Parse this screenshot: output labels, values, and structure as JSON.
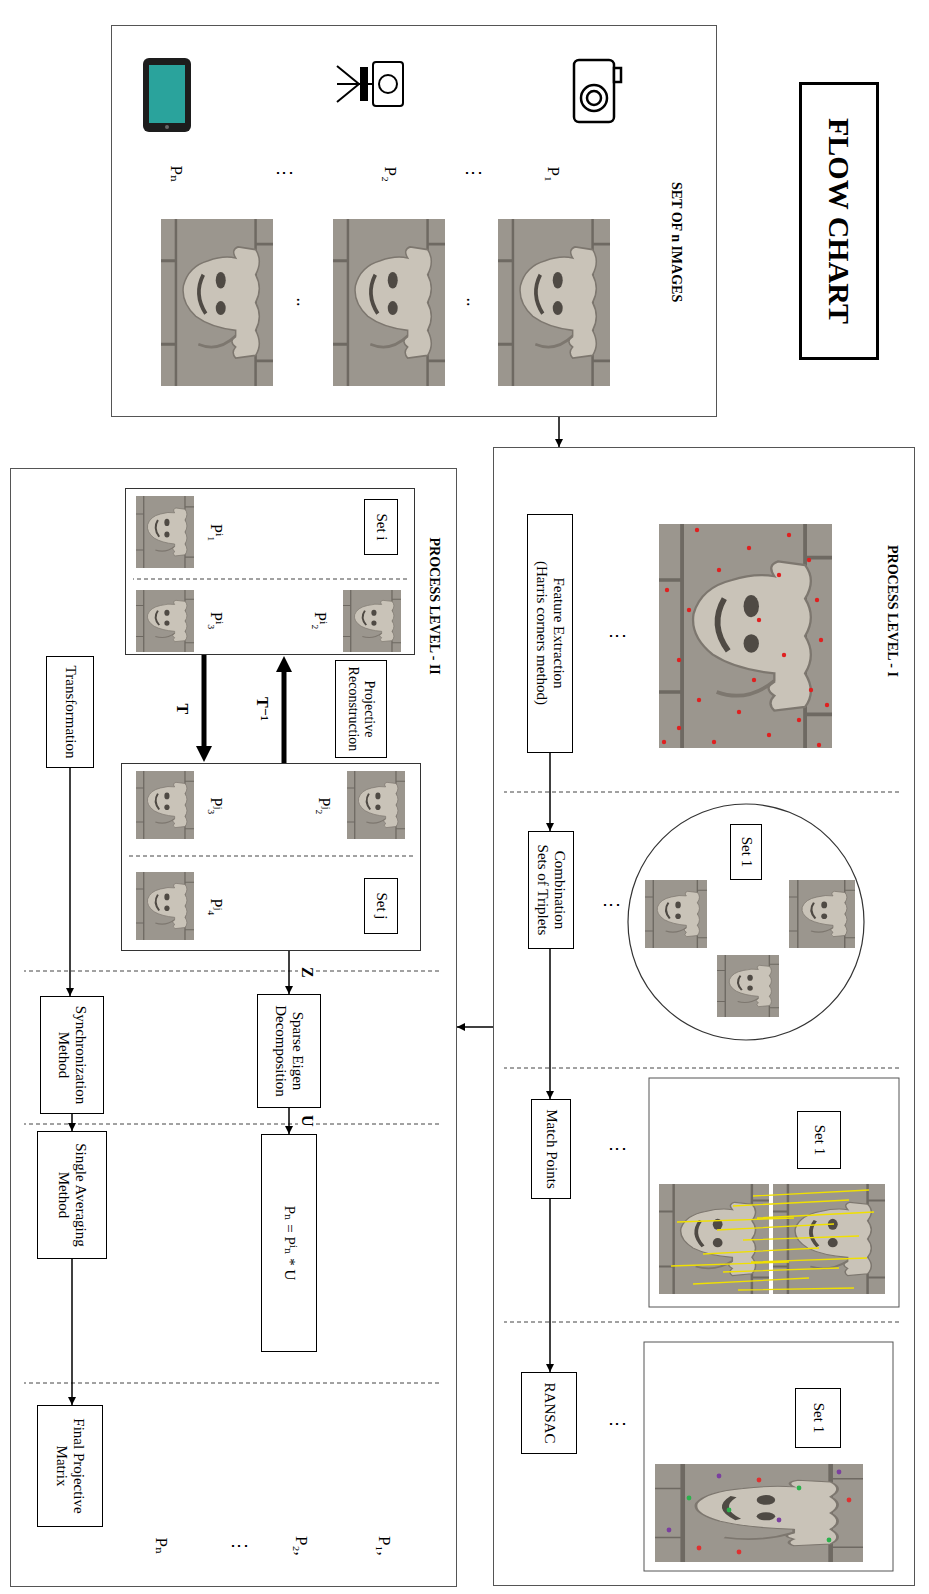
{
  "diagram": {
    "nodes": [
      {
        "text": [
          "FLOW CHART"
        ]
      },
      {
        "text": [
          "SET OF n IMAGES",
          "P₁",
          "P₂",
          "Pₙ"
        ]
      },
      {
        "text": [
          "PROCESS LEVEL - I"
        ]
      },
      {
        "text": [
          "Set 1"
        ],
        "in": 2
      },
      {
        "text": [
          "Set 1"
        ],
        "in": 2
      },
      {
        "text": [
          "Set 1"
        ],
        "in": 2
      },
      {
        "text": [
          "Feature Extraction (Harris corners method)"
        ],
        "in": 2
      },
      {
        "text": [
          "Combination Sets of Triplets"
        ],
        "in": 2
      },
      {
        "text": [
          "Match Points"
        ],
        "in": 2
      },
      {
        "text": [
          "RANSAC"
        ],
        "in": 2
      },
      {
        "text": [
          "PROCESS LEVEL - II"
        ]
      },
      {
        "text": [
          "Pⁱ₁",
          "Pⁱ₂",
          "Pⁱ₃"
        ],
        "in": 10
      },
      {
        "text": [
          "Set i"
        ],
        "in": 11
      },
      {
        "text": [
          "Projective Reconstruction"
        ],
        "in": 10
      },
      {
        "text": [
          "Pʲ₂",
          "Pʲ₃",
          "Pʲ₄"
        ],
        "in": 10
      },
      {
        "text": [
          "Set j"
        ],
        "in": 14
      },
      {
        "text": [
          "Transformation"
        ],
        "in": 10
      },
      {
        "text": [
          "Sparse Eigen Decomposition"
        ],
        "in": 10
      },
      {
        "text": [
          "Pₙ = Pⁱₙ * U"
        ],
        "in": 10
      },
      {
        "text": [
          "Synchronization Method"
        ],
        "in": 10
      },
      {
        "text": [
          "Single Averaging Method"
        ],
        "in": 10
      },
      {
        "text": [
          "Final Projective Matrix"
        ],
        "in": 10
      }
    ],
    "edges": [
      {
        "from": 1,
        "to": 2,
        "arrow": "to"
      },
      {
        "from": 6,
        "to": 7,
        "arrow": "to"
      },
      {
        "from": 7,
        "to": 8,
        "arrow": "to"
      },
      {
        "from": 8,
        "to": 9,
        "arrow": "to"
      },
      {
        "from": 2,
        "to": 10,
        "arrow": "to"
      },
      {
        "from": 14,
        "to": 11,
        "label": "T⁻¹",
        "arrow": "to"
      },
      {
        "from": 11,
        "to": 14,
        "label": "T",
        "arrow": "to"
      },
      {
        "from": 14,
        "to": 17,
        "label": "Z",
        "arrow": "to"
      },
      {
        "from": 17,
        "to": 18,
        "label": "U",
        "arrow": "to"
      },
      {
        "from": 16,
        "to": 19,
        "arrow": "to"
      },
      {
        "from": 19,
        "to": 20,
        "arrow": "to"
      },
      {
        "from": 20,
        "to": 21,
        "arrow": "to"
      }
    ],
    "labels": [
      "⋮",
      "..",
      "⋮",
      "..",
      "⋮",
      "⋮",
      "⋮",
      "⋮",
      "P₁,",
      "P₂,",
      "⋮",
      "Pₙ"
    ]
  }
}
